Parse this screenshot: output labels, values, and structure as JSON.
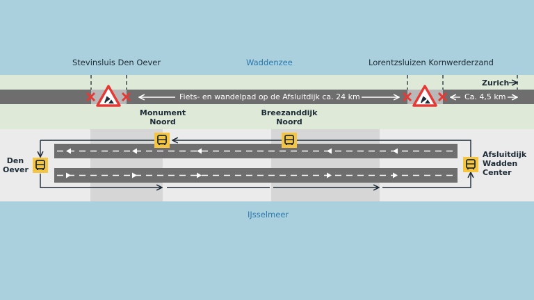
{
  "top_labels": {
    "left_lock": "Stevinsluis Den Oever",
    "sea": "Waddenzee",
    "right_lock": "Lorentzsluizen Kornwerderzand",
    "lake": "IJsselmeer"
  },
  "bike_path": {
    "main_text": "Fiets- en wandelpad op de Afsluitdijk ca. 24 km",
    "short_text": "Ca. 4,5 km",
    "zurich": "Zurich"
  },
  "bus_stops": [
    {
      "line1": "Monument",
      "line2": "Noord"
    },
    {
      "line1": "Breezanddijk",
      "line2": "Noord"
    },
    {
      "line1": "Den",
      "line2": "Oever"
    },
    {
      "line1": "Afsluitdijk",
      "line2": "Wadden",
      "line3": "Center"
    }
  ],
  "colors": {
    "road": "#6e6e6e",
    "closed": "#e53935",
    "bus_stop": "#f5c542",
    "band": "#dfe9d8"
  }
}
